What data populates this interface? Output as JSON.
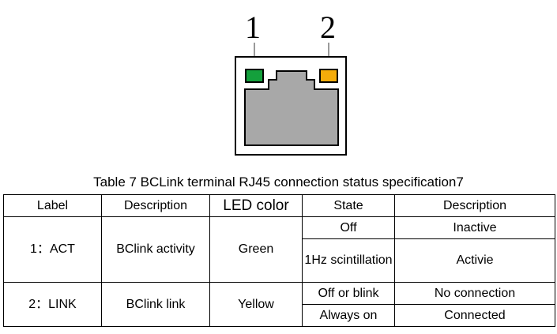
{
  "diagram": {
    "callouts": [
      "1",
      "2"
    ],
    "led_colors": {
      "act": "#14a03c",
      "link": "#f5ac0a"
    },
    "body_color": "#a8a8a8"
  },
  "caption": "Table 7 BCLink terminal RJ45 connection status specification7",
  "table": {
    "headers": [
      "Label",
      "Description",
      "LED color",
      "State",
      "Description"
    ],
    "act": {
      "label": "1：ACT",
      "description": "BClink activity",
      "led_color": "Green",
      "state_1": "Off",
      "desc_1": "Inactive",
      "state_2": "1Hz scintillation",
      "desc_2": "Activie"
    },
    "link": {
      "label": "2：LINK",
      "description": "BClink link",
      "led_color": "Yellow",
      "state_1": "Off or blink",
      "desc_1": "No connection",
      "state_2": "Always on",
      "desc_2": "Connected"
    }
  }
}
